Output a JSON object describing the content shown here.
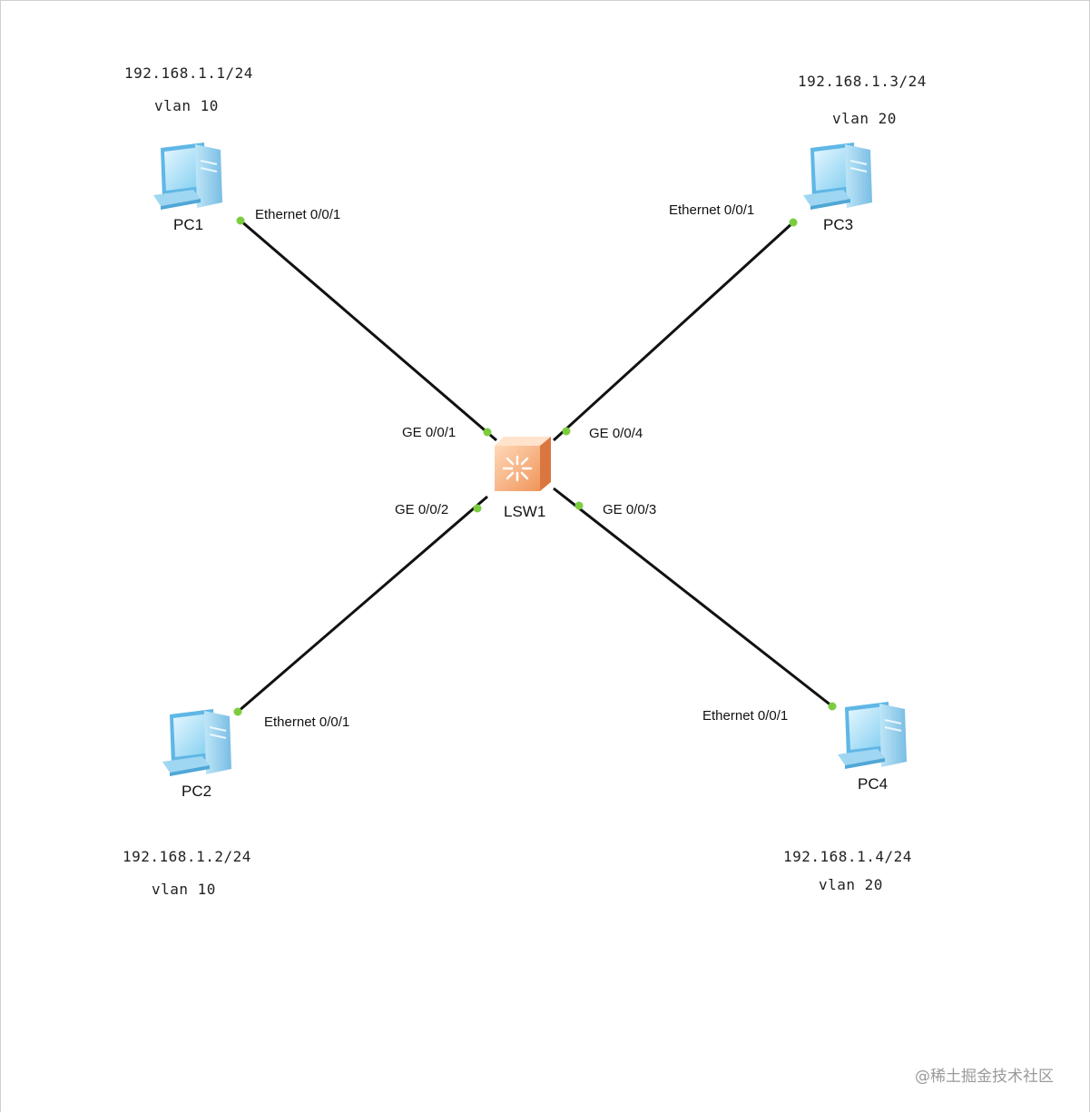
{
  "switch": {
    "name": "LSW1"
  },
  "pcs": [
    {
      "name": "PC1",
      "ip": "192.168.1.1/24",
      "vlan": "vlan 10",
      "pc_port": "Ethernet 0/0/1",
      "switch_port": "GE 0/0/1"
    },
    {
      "name": "PC2",
      "ip": "192.168.1.2/24",
      "vlan": "vlan 10",
      "pc_port": "Ethernet 0/0/1",
      "switch_port": "GE 0/0/2"
    },
    {
      "name": "PC3",
      "ip": "192.168.1.3/24",
      "vlan": "vlan 20",
      "pc_port": "Ethernet 0/0/1",
      "switch_port": "GE 0/0/4"
    },
    {
      "name": "PC4",
      "ip": "192.168.1.4/24",
      "vlan": "vlan 20",
      "pc_port": "Ethernet 0/0/1",
      "switch_port": "GE 0/0/3"
    }
  ],
  "colors": {
    "link": "#111111",
    "port_up": "#7ccd3e",
    "switch": "#f2a46a"
  },
  "watermark": "@稀土掘金技术社区"
}
